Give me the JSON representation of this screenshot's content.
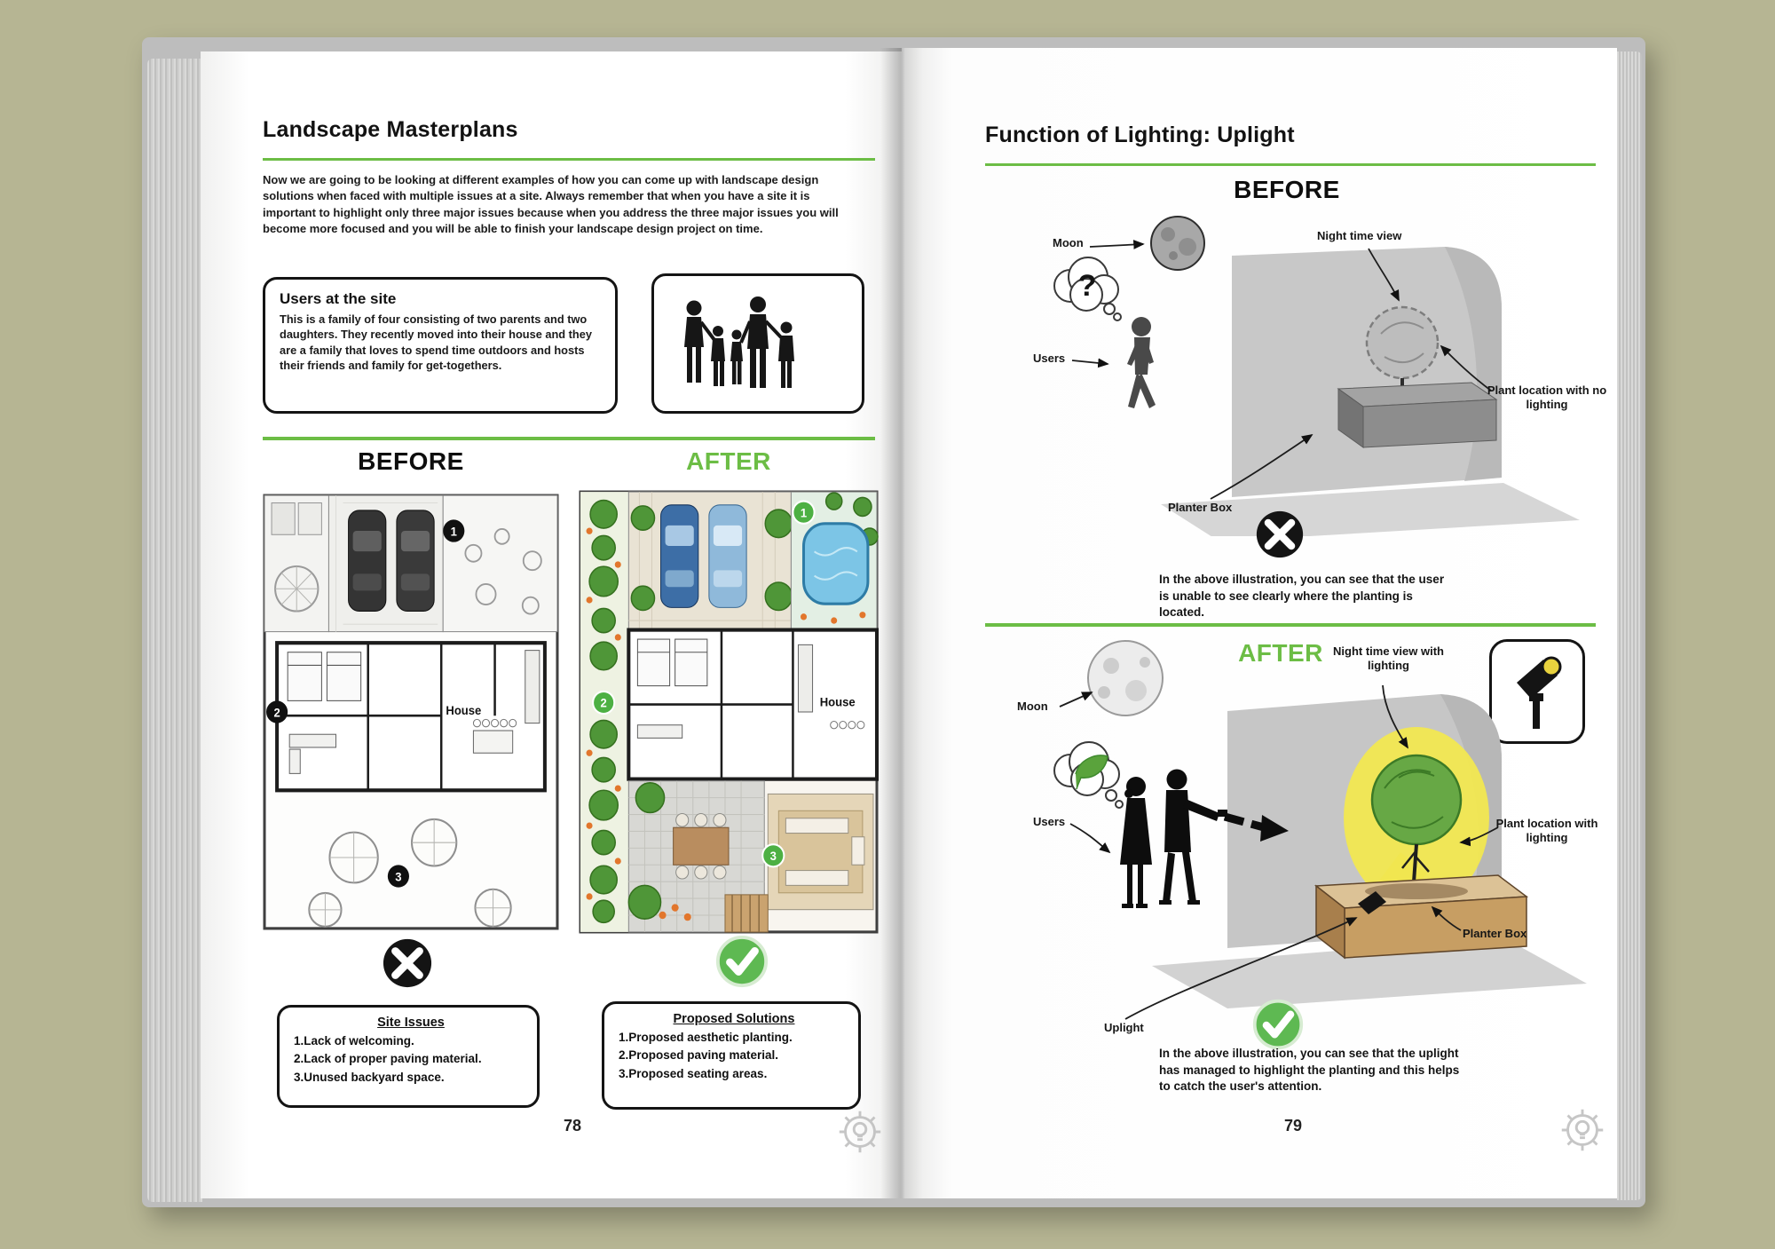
{
  "left_page": {
    "title": "Landscape Masterplans",
    "intro": "Now we are going to be looking at different examples of how you can come up with landscape design solutions when faced with multiple issues at a site. Always remember that when you have a site it is important to highlight only three major issues because when you address the three major issues you will become more focused and you will be able to finish your landscape design project on time.",
    "users_box": {
      "title": "Users at the site",
      "body": "This is a family of four consisting of two parents and two daughters. They recently moved into their house and they are a family that loves to spend time outdoors and hosts their friends and family for get-togethers."
    },
    "before_label": "BEFORE",
    "after_label": "AFTER",
    "plan_before": {
      "house_label": "House",
      "markers": [
        "1",
        "2",
        "3"
      ]
    },
    "plan_after": {
      "house_label": "House",
      "markers": [
        "1",
        "2",
        "3"
      ]
    },
    "site_issues": {
      "title": "Site Issues",
      "items": [
        "1.Lack of welcoming.",
        "2.Lack of proper paving material.",
        "3.Unused backyard space."
      ]
    },
    "proposed_solutions": {
      "title": "Proposed Solutions",
      "items": [
        "1.Proposed aesthetic planting.",
        "2.Proposed paving material.",
        "3.Proposed seating areas."
      ]
    },
    "page_number": "78"
  },
  "right_page": {
    "title": "Function of Lighting: Uplight",
    "before": {
      "label": "BEFORE",
      "moon": "Moon",
      "users": "Users",
      "night_view": "Night time view",
      "plant_location": "Plant location with no lighting",
      "planter_box": "Planter Box",
      "question_mark": "?",
      "caption": "In the above illustration, you can see that the user is unable to see clearly where the planting is located."
    },
    "after": {
      "label": "AFTER",
      "moon": "Moon",
      "users": "Users",
      "night_view": "Night time view with lighting",
      "plant_location": "Plant location with lighting",
      "planter_box": "Planter Box",
      "uplight": "Uplight",
      "caption": "In the above illustration, you can see that the uplight has managed to highlight the planting and this helps to catch the user's attention."
    },
    "page_number": "79"
  },
  "colors": {
    "accent_green": "#6cbd45",
    "check_green": "#5eb952",
    "page_background": "#ffffff",
    "cover_background": "#b6b593"
  }
}
